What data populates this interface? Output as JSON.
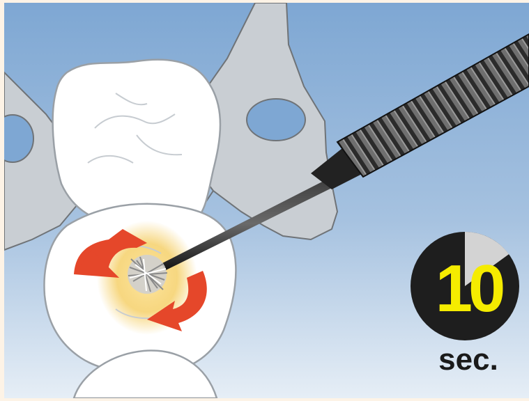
{
  "timer": {
    "number": "10",
    "unit": "sec.",
    "elapsed_fraction": 0.15,
    "colors": {
      "face": "#1e1e1e",
      "elapsed": "#d3d3d3",
      "number": "#f5ec00"
    }
  },
  "scene": {
    "background_colors": [
      "#7ea7d3",
      "#e6eef6"
    ],
    "frame_color": "#fdf3e6",
    "arrow_color": "#e5472a",
    "etch_color": "#f3c64a",
    "icons": [
      "tooth-upper",
      "tooth-lower",
      "tooth-bottom",
      "matrix-band",
      "micro-brush",
      "rotation-arrow"
    ]
  }
}
